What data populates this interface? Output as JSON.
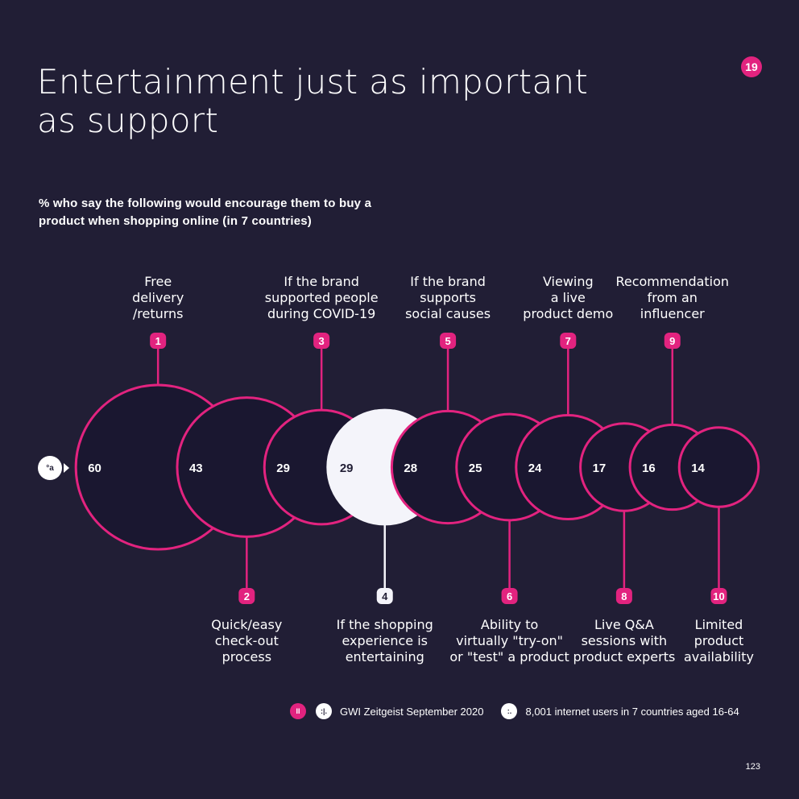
{
  "header": {
    "title": "Entertainment just as important as support",
    "page_badge": "19",
    "subtitle": "% who say the following would encourage them to buy a product when shopping online (in 7 countries)"
  },
  "footer": {
    "source_icon": "II",
    "source_icon2": ":|.",
    "source": "GWI Zeitgeist September 2020",
    "base_icon": ":.",
    "base": "8,001 internet users in 7 countries aged 16-64",
    "page_number": "123"
  },
  "colors": {
    "background": "#211e35",
    "circle_fill": "#1a1730",
    "accent": "#e2237f",
    "highlight": "#f4f4fa",
    "text": "#ffffff"
  },
  "icons": {
    "chart_icon": "people-icon",
    "chart_icon_glyph": "°a"
  },
  "chart_data": {
    "type": "bubble",
    "title": "",
    "highlight_rank": 4,
    "points": [
      {
        "rank": 1,
        "value": 60,
        "label": [
          "Free",
          "delivery",
          "/returns"
        ],
        "label_side": "top"
      },
      {
        "rank": 2,
        "value": 43,
        "label": [
          "Quick/easy",
          "check-out",
          "process"
        ],
        "label_side": "bottom"
      },
      {
        "rank": 3,
        "value": 29,
        "label": [
          "If the brand",
          "supported people",
          "during COVID-19"
        ],
        "label_side": "top"
      },
      {
        "rank": 4,
        "value": 29,
        "label": [
          "If the shopping",
          "experience is",
          "entertaining"
        ],
        "label_side": "bottom"
      },
      {
        "rank": 5,
        "value": 28,
        "label": [
          "If the brand",
          "supports",
          "social causes"
        ],
        "label_side": "top"
      },
      {
        "rank": 6,
        "value": 25,
        "label": [
          "Ability to",
          "virtually \"try-on\"",
          "or \"test\" a product"
        ],
        "label_side": "bottom"
      },
      {
        "rank": 7,
        "value": 24,
        "label": [
          "Viewing",
          "a live",
          "product demo"
        ],
        "label_side": "top"
      },
      {
        "rank": 8,
        "value": 17,
        "label": [
          "Live Q&A",
          "sessions with",
          "product experts"
        ],
        "label_side": "bottom"
      },
      {
        "rank": 9,
        "value": 16,
        "label": [
          "Recommendation",
          "from an",
          "influencer"
        ],
        "label_side": "top"
      },
      {
        "rank": 10,
        "value": 14,
        "label": [
          "Limited",
          "product",
          "availability"
        ],
        "label_side": "bottom"
      }
    ]
  }
}
